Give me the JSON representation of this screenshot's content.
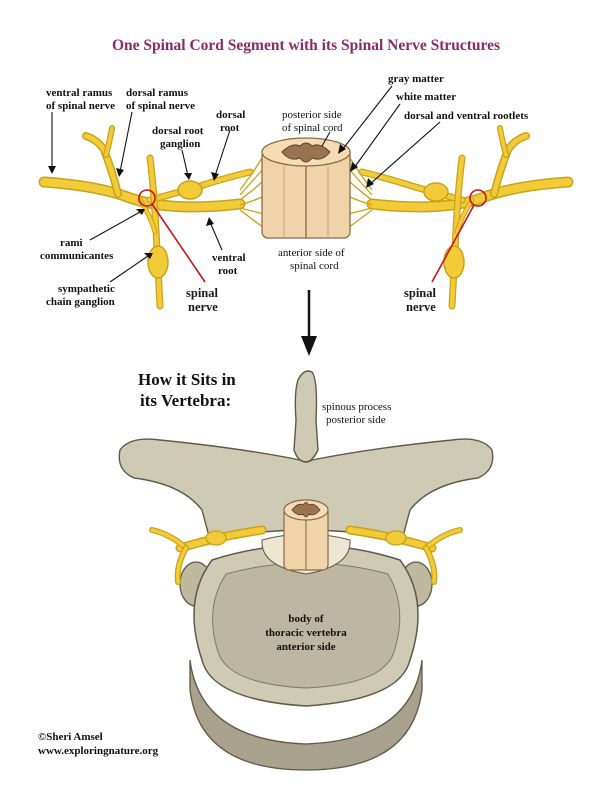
{
  "title": "One Spinal Cord Segment with its Spinal Nerve Structures",
  "colors": {
    "title": "#8b2a6b",
    "nerve": "#f2cc38",
    "nerve_outline": "#c9a21a",
    "cord": "#f0d3a8",
    "gray_matter": "#9b7350",
    "bone": "#cfcab4",
    "bone_shade": "#a8a28c",
    "red_marker": "#c4161c"
  },
  "top_labels": {
    "ventral_ramus": [
      "ventral ramus",
      "of spinal nerve"
    ],
    "dorsal_ramus": [
      "dorsal ramus",
      "of spinal nerve"
    ],
    "dorsal_root_ganglion": [
      "dorsal root",
      "ganglion"
    ],
    "dorsal_root": [
      "dorsal",
      "root"
    ],
    "posterior_side": [
      "posterior side",
      "of spinal cord"
    ],
    "gray_matter": "gray matter",
    "white_matter": "white matter",
    "rootlets": "dorsal and ventral rootlets",
    "rami_communicantes": [
      "rami",
      "communicantes"
    ],
    "ventral_root": [
      "ventral",
      "root"
    ],
    "anterior_side": [
      "anterior side of",
      "spinal cord"
    ],
    "sympathetic_chain": [
      "sympathetic",
      "chain ganglion"
    ],
    "spinal_nerve_left": [
      "spinal",
      "nerve"
    ],
    "spinal_nerve_right": [
      "spinal",
      "nerve"
    ]
  },
  "bottom": {
    "heading": [
      "How it Sits in",
      "its Vertebra:"
    ],
    "spinous_process": [
      "spinous process",
      "posterior side"
    ],
    "body": [
      "body of",
      "thoracic vertebra",
      "anterior side"
    ]
  },
  "credits": [
    "©Sheri Amsel",
    "www.exploringnature.org"
  ],
  "icons": [
    "down-arrow-icon"
  ]
}
